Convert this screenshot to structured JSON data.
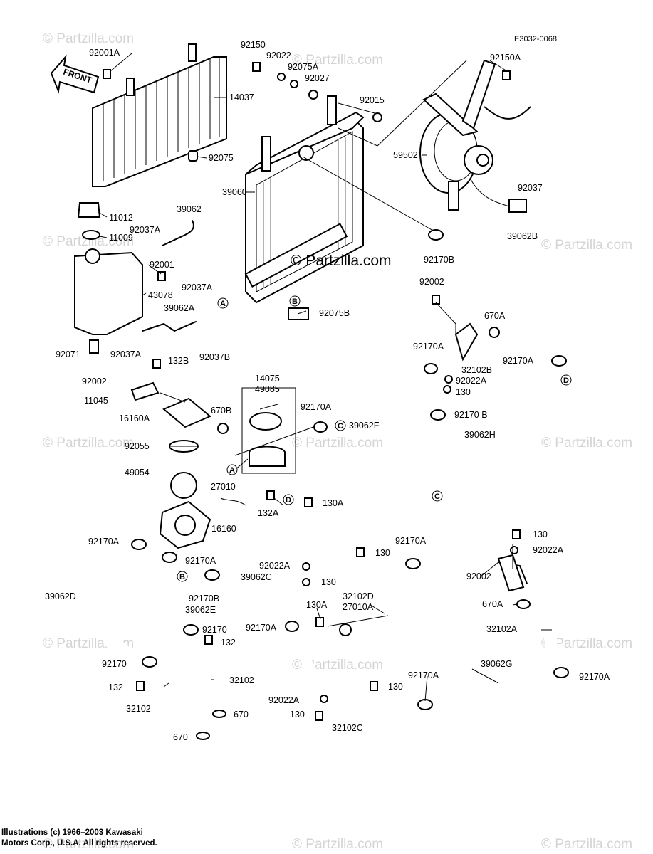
{
  "diagram_code": "E3032-0068",
  "front_label": "FRONT",
  "center_watermark": "© Partzilla.com",
  "watermark_text": "© Partzilla.com",
  "copyright_line1": "Illustrations (c) 1966–2003 Kawasaki",
  "copyright_line2": "Motors Corp., U.S.A.  All rights reserved.",
  "callout_letters": [
    "A",
    "B",
    "C",
    "D"
  ],
  "parts": {
    "p92001A": "92001A",
    "p14037": "14037",
    "p92075": "92075",
    "p92150": "92150",
    "p92022_top": "92022",
    "p92075A": "92075A",
    "p92027": "92027",
    "p92015": "92015",
    "p92150A": "92150A",
    "p59502": "59502",
    "p92037": "92037",
    "p39060": "39060",
    "p11012": "11012",
    "p11009": "11009",
    "p39062": "39062",
    "p92037A_1": "92037A",
    "p92001": "92001",
    "p43078": "43078",
    "p92037A_2": "92037A",
    "p39062A": "39062A",
    "p92071": "92071",
    "p92037A_3": "92037A",
    "p92037B": "92037B",
    "p92170B_1": "92170B",
    "p39062B": "39062B",
    "p92075B": "92075B",
    "p92002_1": "92002",
    "p670A_1": "670A",
    "p92170A_1": "92170A",
    "p32102B": "32102B",
    "p92022A_1": "92022A",
    "p130_1": "130",
    "p92170A_2": "92170A",
    "p92170B_2": "92170 B",
    "p92002_2": "92002",
    "p132B": "132B",
    "p11045": "11045",
    "p14075": "14075",
    "p49085": "49085",
    "p16160A": "16160A",
    "p670B": "670B",
    "p92170A_3": "92170A",
    "p39062F": "39062F",
    "p39062H": "39062H",
    "p92055": "92055",
    "p49054": "49054",
    "p27010": "27010",
    "p132A": "132A",
    "p130A_1": "130A",
    "p16160": "16160",
    "p92170A_4": "92170A",
    "p92170A_5": "92170A",
    "p130_2": "130",
    "p92170A_6": "92170A",
    "p130_3": "130",
    "p92022A_2": "92022A",
    "p92022A_3": "92022A",
    "p39062C": "39062C",
    "p130_4": "130",
    "p92002_3": "92002",
    "p39062D": "39062D",
    "p92170B_3": "92170B",
    "p39062E": "39062E",
    "p32102D": "32102D",
    "p27010A": "27010A",
    "p130A_2": "130A",
    "p670A_2": "670A",
    "p92170A_7": "92170A",
    "p92170_1": "92170",
    "p132_1": "132",
    "p32102A": "32102A",
    "p92170_2": "92170",
    "p32102_1": "32102",
    "p92170A_8": "92170A",
    "p39062G": "39062G",
    "p130_5": "130",
    "p92170A_9": "92170A",
    "p132_2": "132",
    "p92022A_4": "92022A",
    "p32102_2": "32102",
    "p670_1": "670",
    "p130_6": "130",
    "p32102C": "32102C",
    "p670_2": "670"
  }
}
